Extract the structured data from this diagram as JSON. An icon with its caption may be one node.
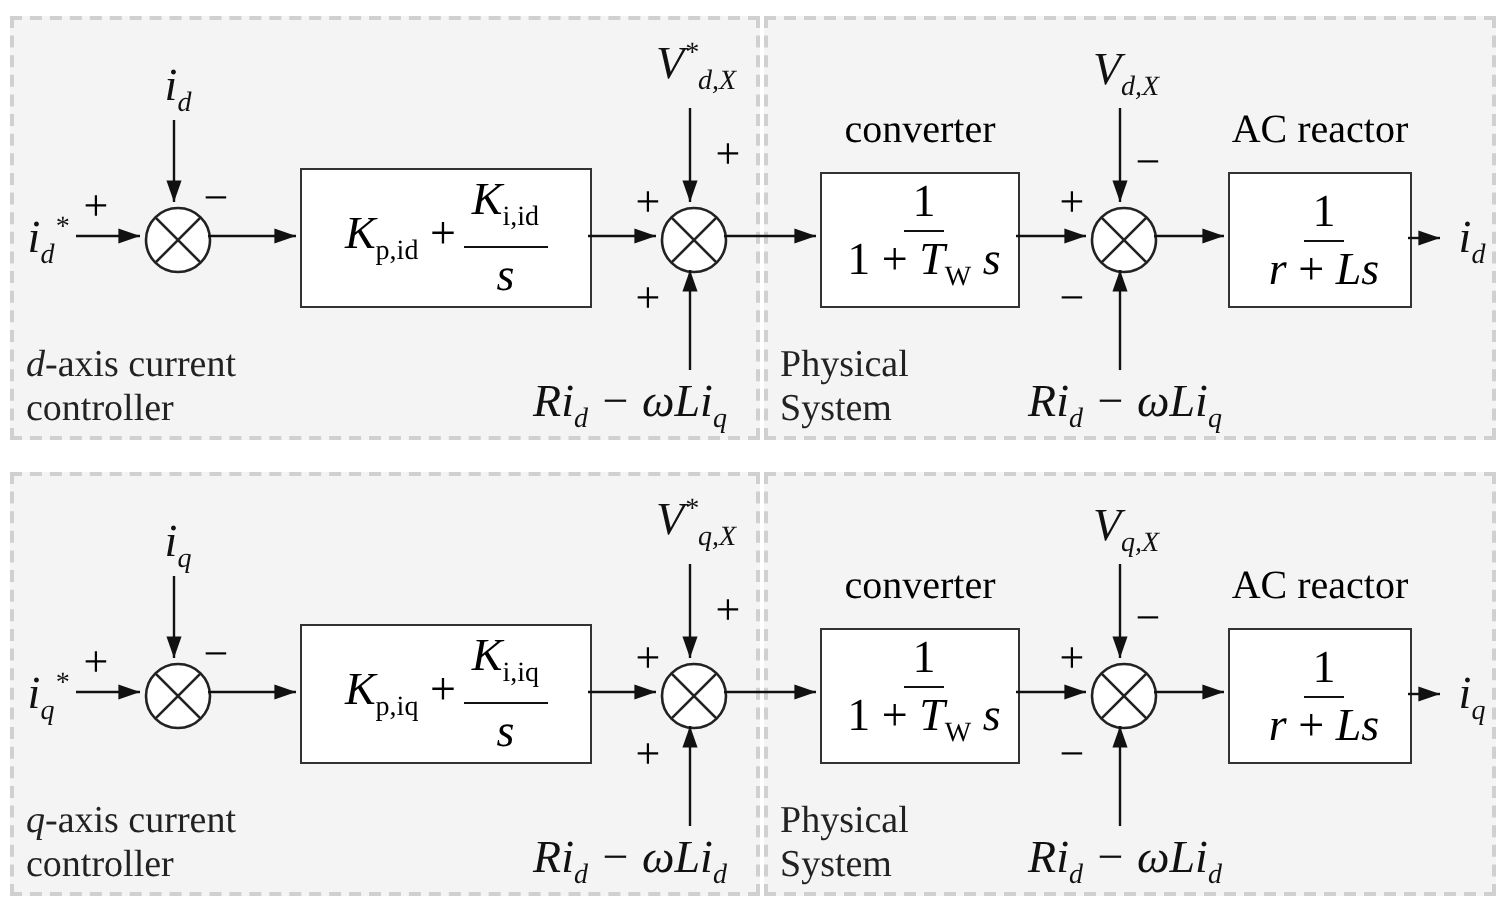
{
  "diagram": {
    "nodes": [
      {
        "text": [
          "*d*-axis current controller"
        ]
      },
      {
        "text": [
          "Physical System"
        ]
      },
      {
        "text": [
          "*i*$_{d}$$^{*}$"
        ],
        "in": 0
      },
      {
        "text": [
          "*i*$_{d}$"
        ],
        "in": 0
      },
      {
        "text": [],
        "shape": "circle",
        "in": 0
      },
      {
        "text": [
          "*K*$_{p,i}$$_{d}$ +",
          "*K*$_{i,i}$$_{d}$",
          "*s*"
        ],
        "in": 0
      },
      {
        "text": [],
        "shape": "circle",
        "in": 0
      },
      {
        "text": [
          "*V*$^{*}$$_{d,X}$"
        ],
        "in": 0
      },
      {
        "text": [
          "*Ri*$_{d}$ − *ωLi*$_{q}$"
        ],
        "in": 0
      },
      {
        "text": [
          "1",
          "1 + *T*$_{W}$ *s*"
        ],
        "beside": [
          "converter"
        ],
        "in": 1
      },
      {
        "text": [],
        "shape": "circle",
        "in": 1
      },
      {
        "text": [
          "*V*$_{d,X}$"
        ],
        "in": 1
      },
      {
        "text": [
          "*Ri*$_{d}$ − *ωLi*$_{q}$"
        ],
        "in": 1
      },
      {
        "text": [
          "1",
          "*r* + *Ls*"
        ],
        "beside": [
          "AC reactor"
        ],
        "in": 1
      },
      {
        "text": [
          "*i*$_{d}$"
        ],
        "in": 1
      },
      {
        "text": [
          "*q*-axis current controller"
        ]
      },
      {
        "text": [
          "Physical System"
        ]
      },
      {
        "text": [
          "*i*$_{q}$$^{*}$"
        ],
        "in": 15
      },
      {
        "text": [
          "*i*$_{q}$"
        ],
        "in": 15
      },
      {
        "text": [],
        "shape": "circle",
        "in": 15
      },
      {
        "text": [
          "*K*$_{p,i}$$_{q}$ +",
          "*K*$_{i,i}$$_{q}$",
          "*s*"
        ],
        "in": 15
      },
      {
        "text": [],
        "shape": "circle",
        "in": 15
      },
      {
        "text": [
          "*V*$^{*}$$_{q,X}$"
        ],
        "in": 15
      },
      {
        "text": [
          "*Ri*$_{d}$ − *ωLi*$_{d}$"
        ],
        "in": 15
      },
      {
        "text": [
          "1",
          "1 + *T*$_{W}$ *s*"
        ],
        "beside": [
          "converter"
        ],
        "in": 16
      },
      {
        "text": [],
        "shape": "circle",
        "in": 16
      },
      {
        "text": [
          "*V*$_{q,X}$"
        ],
        "in": 16
      },
      {
        "text": [
          "*Ri*$_{d}$ − *ωLi*$_{d}$"
        ],
        "in": 16
      },
      {
        "text": [
          "1",
          "*r* + *Ls*"
        ],
        "beside": [
          "AC reactor"
        ],
        "in": 16
      },
      {
        "text": [
          "*i*$_{q}$"
        ],
        "in": 16
      }
    ],
    "edges": [
      {
        "from": 2,
        "to": 4,
        "arrow": "to"
      },
      {
        "from": 3,
        "to": 4,
        "arrow": "to"
      },
      {
        "from": 4,
        "to": 5,
        "arrow": "to"
      },
      {
        "from": 5,
        "to": 6,
        "arrow": "to"
      },
      {
        "from": 7,
        "to": 6,
        "arrow": "to"
      },
      {
        "from": 8,
        "to": 6,
        "arrow": "to"
      },
      {
        "from": 6,
        "to": 9,
        "arrow": "to"
      },
      {
        "from": 9,
        "to": 10,
        "arrow": "to"
      },
      {
        "from": 11,
        "to": 10,
        "arrow": "to"
      },
      {
        "from": 12,
        "to": 10,
        "arrow": "to"
      },
      {
        "from": 10,
        "to": 13,
        "arrow": "to"
      },
      {
        "from": 13,
        "to": 14,
        "arrow": "to"
      },
      {
        "from": 17,
        "to": 19,
        "arrow": "to"
      },
      {
        "from": 18,
        "to": 19,
        "arrow": "to"
      },
      {
        "from": 19,
        "to": 20,
        "arrow": "to"
      },
      {
        "from": 20,
        "to": 21,
        "arrow": "to"
      },
      {
        "from": 22,
        "to": 21,
        "arrow": "to"
      },
      {
        "from": 23,
        "to": 21,
        "arrow": "to"
      },
      {
        "from": 21,
        "to": 24,
        "arrow": "to"
      },
      {
        "from": 24,
        "to": 25,
        "arrow": "to"
      },
      {
        "from": 26,
        "to": 25,
        "arrow": "to"
      },
      {
        "from": 27,
        "to": 25,
        "arrow": "to"
      },
      {
        "from": 25,
        "to": 28,
        "arrow": "to"
      },
      {
        "from": 28,
        "to": 29,
        "arrow": "to"
      }
    ],
    "labels": [
      "+",
      "−",
      "+",
      "+",
      "+",
      "+",
      "−",
      "−",
      "+",
      "−",
      "+",
      "+",
      "+",
      "+",
      "−",
      "−"
    ]
  }
}
